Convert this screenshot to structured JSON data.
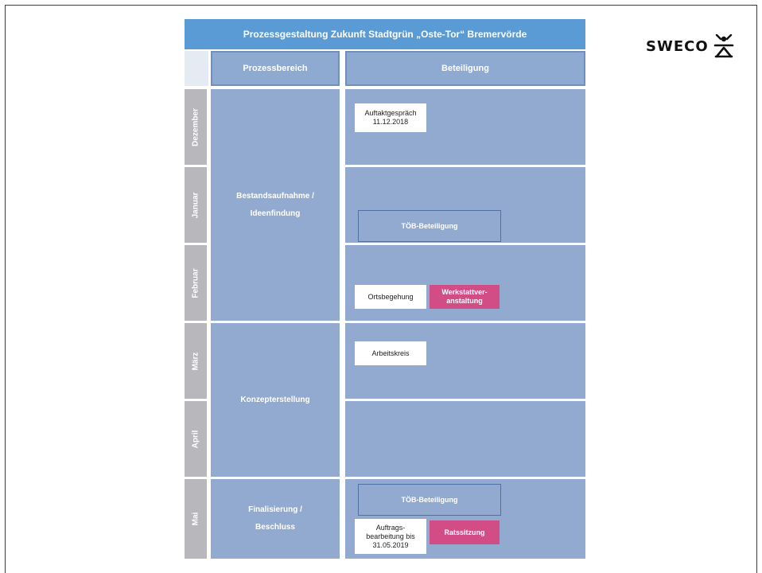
{
  "diagram": {
    "title": "Prozessgestaltung Zukunft Stadtgrün „Oste-Tor“ Bremervörde",
    "columns": {
      "process": "Prozessbereich",
      "participation": "Beteiligung"
    },
    "months": [
      "Dezember",
      "Januar",
      "Februar",
      "März",
      "April",
      "Mai"
    ],
    "phases": [
      "Bestandsaufnahme /\nIdeenfindung",
      "Konzepterstellung",
      "Finalisierung /\nBeschluss"
    ],
    "events": {
      "kickoff": "Auftaktgespräch\n11.12.2018",
      "toeb_1": "TÖB-Beteiligung",
      "site_walk": "Ortsbegehung",
      "workshop": "Werkstattver-\nanstaltung",
      "working_group": "Arbeitskreis",
      "toeb_2": "TÖB-Beteiligung",
      "approval": "Auftrags-\nbearbeitung bis\n31.05.2019",
      "council": "Ratssitzung"
    }
  },
  "logo": {
    "text": "SWECO",
    "icon": "sweco-figure-icon"
  },
  "colors": {
    "title_bar": "#5a9bd5",
    "cell": "#92aad0",
    "month_strip": "#b8b8bc",
    "accent_pink": "#d24c86"
  }
}
